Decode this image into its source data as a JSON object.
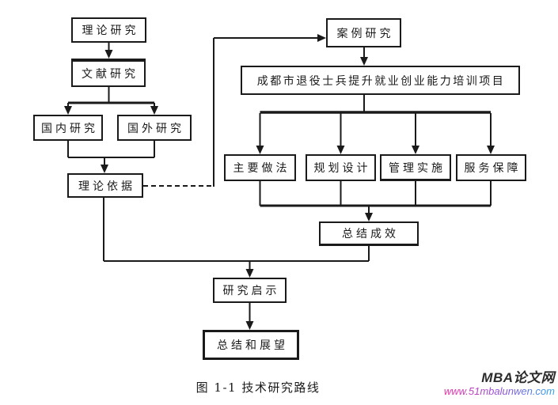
{
  "colors": {
    "ink": "#1a1a1a",
    "watermark_brand": "#2b2b2b",
    "url_gradient": [
      "#ee2fa4",
      "#8a52dc",
      "#2aa7ee"
    ]
  },
  "diagram": {
    "caption": "图 1-1  技术研究路线",
    "nodes": {
      "theory_research": "理论研究",
      "literature_research": "文献研究",
      "domestic_research": "国内研究",
      "foreign_research": "国外研究",
      "theoretical_basis": "理论依据",
      "case_study": "案例研究",
      "training_project": "成都市退役士兵提升就业创业能力培训项目",
      "main_practices": "主要做法",
      "planning_design": "规划设计",
      "management_implementation": "管理实施",
      "service_guarantee": "服务保障",
      "summary_results": "总结成效",
      "research_implications": "研究启示",
      "summary_outlook": "总结和展望"
    },
    "edges": [
      {
        "from": "theory_research",
        "to": "literature_research",
        "style": "solid"
      },
      {
        "from": "literature_research",
        "to": "domestic_research",
        "style": "solid"
      },
      {
        "from": "literature_research",
        "to": "foreign_research",
        "style": "solid"
      },
      {
        "from": "domestic_research",
        "to": "theoretical_basis",
        "style": "solid"
      },
      {
        "from": "foreign_research",
        "to": "theoretical_basis",
        "style": "solid"
      },
      {
        "from": "theoretical_basis",
        "to": "case_study",
        "style": "dashed"
      },
      {
        "from": "case_study",
        "to": "training_project",
        "style": "solid"
      },
      {
        "from": "training_project",
        "to": "main_practices",
        "style": "solid"
      },
      {
        "from": "training_project",
        "to": "planning_design",
        "style": "solid"
      },
      {
        "from": "training_project",
        "to": "management_implementation",
        "style": "solid"
      },
      {
        "from": "training_project",
        "to": "service_guarantee",
        "style": "solid"
      },
      {
        "from": "main_practices",
        "to": "summary_results",
        "style": "solid"
      },
      {
        "from": "planning_design",
        "to": "summary_results",
        "style": "solid"
      },
      {
        "from": "management_implementation",
        "to": "summary_results",
        "style": "solid"
      },
      {
        "from": "service_guarantee",
        "to": "summary_results",
        "style": "solid"
      },
      {
        "from": "summary_results",
        "to": "research_implications",
        "style": "solid"
      },
      {
        "from": "theoretical_basis",
        "to": "research_implications",
        "style": "solid"
      },
      {
        "from": "research_implications",
        "to": "summary_outlook",
        "style": "solid"
      }
    ]
  },
  "watermark": {
    "brand": "MBA论文网",
    "url": "www.51mbalunwen.com"
  }
}
